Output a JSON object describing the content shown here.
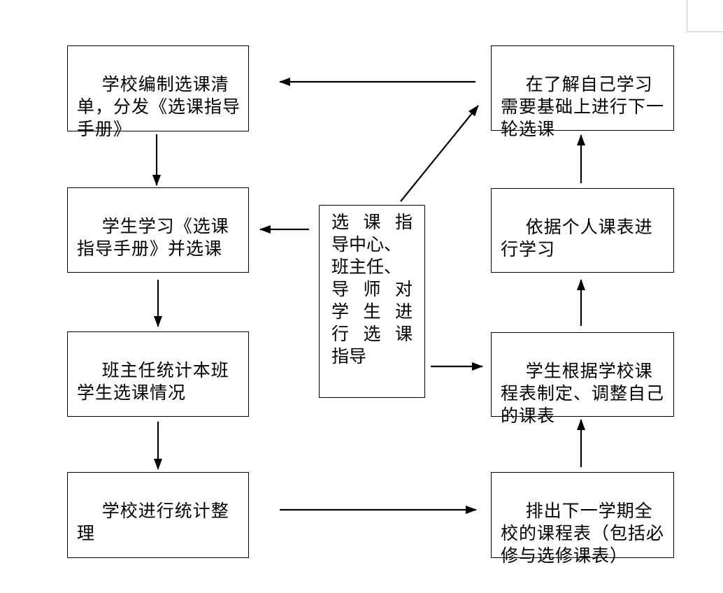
{
  "diagram": {
    "boxes": {
      "school_compile": "学校编制选课清单，分发《选课指导手册》",
      "student_study": "学生学习《选课指导手册》并选课",
      "teacher_stats": "班主任统计本班学生选课情况",
      "school_organize": "学校进行统计整理",
      "next_round": "在了解自己学习需要基础上进行下一轮选课",
      "study_by_schedule": "依据个人课表进行学习",
      "student_schedule": "学生根据学校课程表制定、调整自己的课表",
      "arrange_timetable": "排出下一学期全校的课程表（包括必修与选修课表）"
    },
    "center_lines": [
      "选课指",
      "导中心、",
      "班主任、",
      "导师对",
      "学生进",
      "行选课",
      "指导"
    ]
  }
}
